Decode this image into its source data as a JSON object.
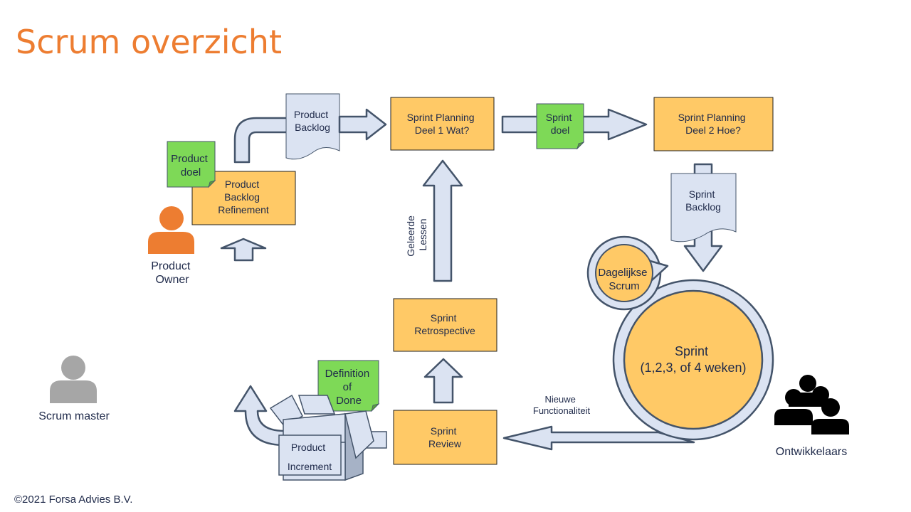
{
  "title": "Scrum overzicht",
  "footer": "©2021 Forsa Advies B.V.",
  "colors": {
    "title": "#ed7d31",
    "box_fill": "#ffc966",
    "note_fill": "#7ed957",
    "arrow_fill": "#dbe3f2",
    "outline": "#44546a",
    "product_owner": "#ed7d31",
    "scrum_master": "#a6a6a6",
    "developers": "#000000"
  },
  "nodes": {
    "product_backlog": [
      "Product",
      "Backlog"
    ],
    "sprint_planning_1": [
      "Sprint Planning",
      "Deel 1 Wat?"
    ],
    "sprint_goal": [
      "Sprint",
      "doel"
    ],
    "sprint_planning_2": [
      "Sprint Planning",
      "Deel 2 Hoe?"
    ],
    "product_goal": [
      "Product",
      "doel"
    ],
    "backlog_refinement": [
      "Product",
      "Backlog",
      "Refinement"
    ],
    "sprint_backlog": [
      "Sprint",
      "Backlog"
    ],
    "lessons_learned": [
      "Geleerde",
      "Lessen"
    ],
    "daily_scrum": [
      "Dagelijkse",
      "Scrum"
    ],
    "sprint": [
      "Sprint",
      "(1,2,3, of 4 weken)"
    ],
    "retrospective": [
      "Sprint",
      "Retrospective"
    ],
    "definition_of_done": [
      "Definition",
      "of",
      "Done"
    ],
    "new_functionality": [
      "Nieuwe",
      "Functionaliteit"
    ],
    "review": [
      "Sprint",
      "Review"
    ],
    "increment": [
      "Product",
      "Increment"
    ]
  },
  "roles": {
    "product_owner": [
      "Product",
      "Owner"
    ],
    "scrum_master": "Scrum master",
    "developers": "Ontwikkelaars"
  },
  "icons": {
    "product_owner": "person-icon",
    "scrum_master": "person-icon",
    "developers": "group-icon",
    "increment": "open-box-icon"
  }
}
